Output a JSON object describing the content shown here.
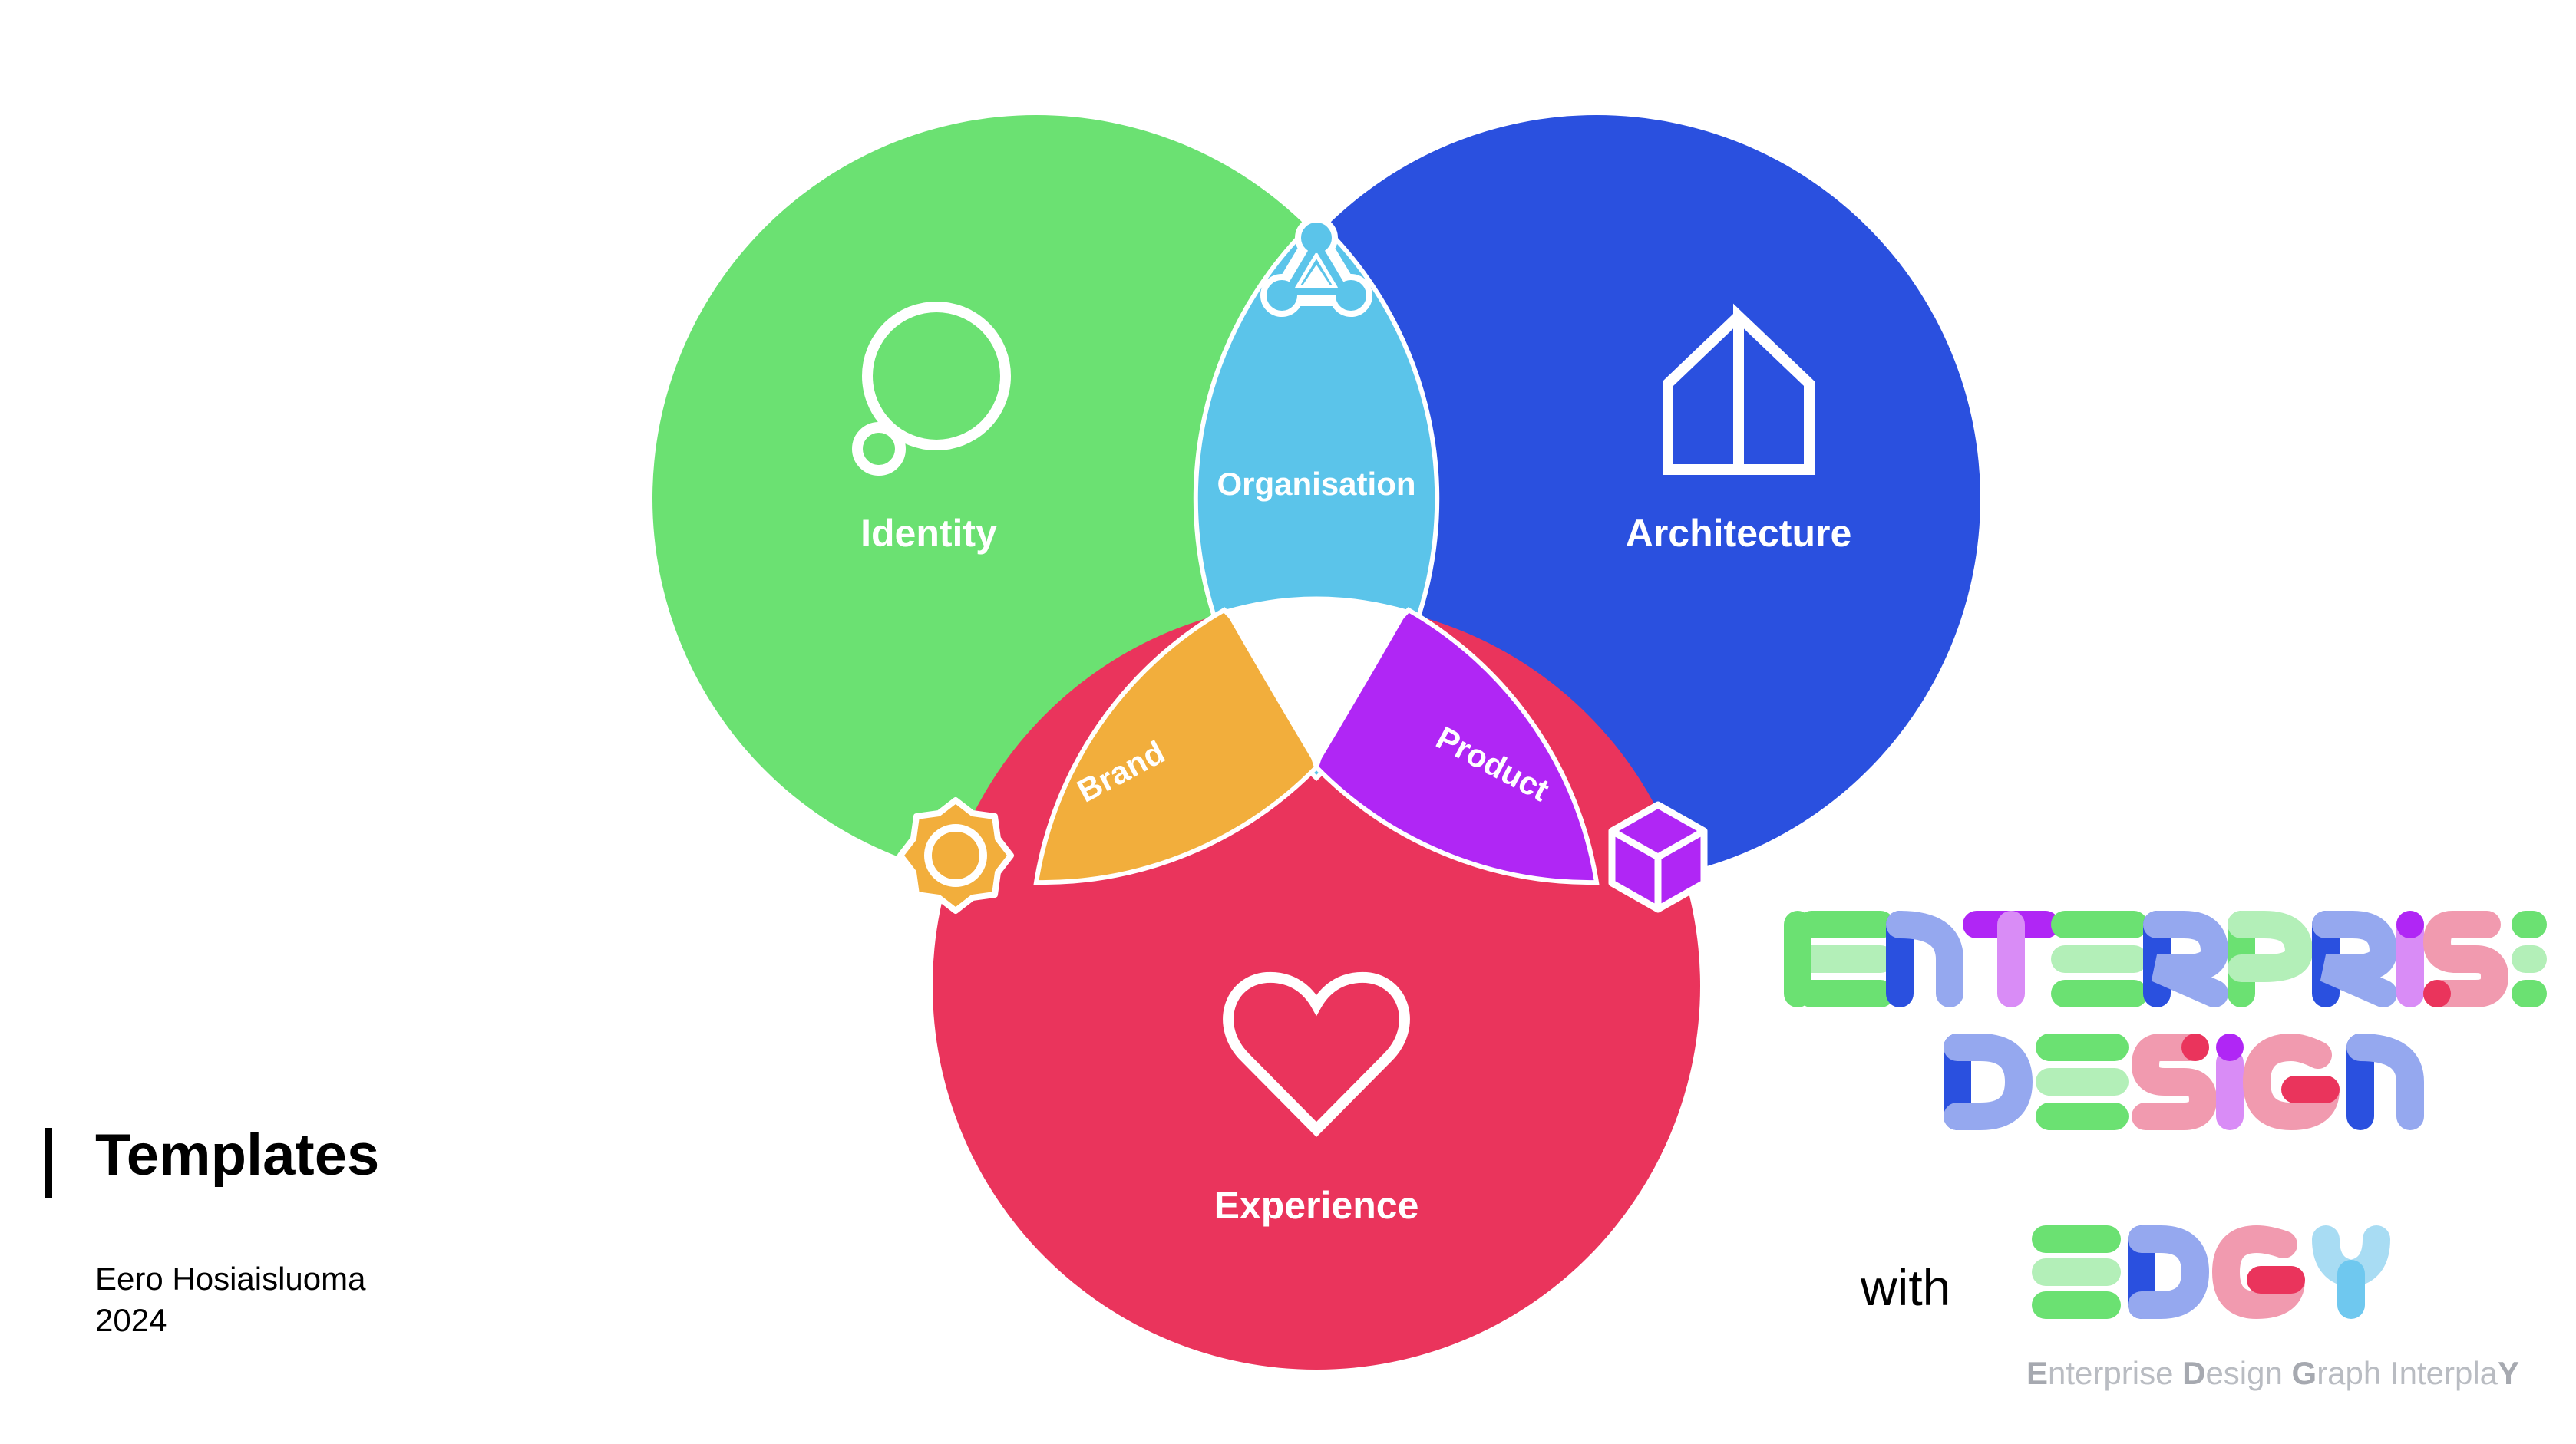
{
  "diagram": {
    "circles": [
      {
        "label": "Identity",
        "color": "#6be172",
        "icon": "thought-bubble-icon"
      },
      {
        "label": "Architecture",
        "color": "#2a50df",
        "icon": "house-icon"
      },
      {
        "label": "Experience",
        "color": "#ea345c",
        "icon": "heart-icon"
      }
    ],
    "intersections": [
      {
        "label": "Organisation",
        "color": "#5bc4ea",
        "icon": "network-triangle-icon"
      },
      {
        "label": "Brand",
        "color": "#f2ae3c",
        "icon": "sun-gear-icon"
      },
      {
        "label": "Product",
        "color": "#b026f5",
        "icon": "cube-icon"
      }
    ]
  },
  "footer": {
    "title": "Templates",
    "author": "Eero Hosiaisluoma",
    "year": "2024"
  },
  "brand": {
    "wordmark_line1": "ENTERPRISE",
    "wordmark_line2": "DESIGN",
    "with_label": "with",
    "edgy_wordmark": "EDGY",
    "tagline_parts": [
      {
        "text": "E",
        "bold": true
      },
      {
        "text": "nterprise ",
        "bold": false
      },
      {
        "text": "D",
        "bold": true
      },
      {
        "text": "esign ",
        "bold": false
      },
      {
        "text": "G",
        "bold": true
      },
      {
        "text": "raph Interpla",
        "bold": false
      },
      {
        "text": "Y",
        "bold": true
      }
    ],
    "palette": [
      "#6be172",
      "#b3efb8",
      "#2a50df",
      "#95a8ef",
      "#d98cf6",
      "#ea345c",
      "#f19aaf",
      "#b026f5",
      "#6fc8ef",
      "#a8dcf3"
    ]
  }
}
